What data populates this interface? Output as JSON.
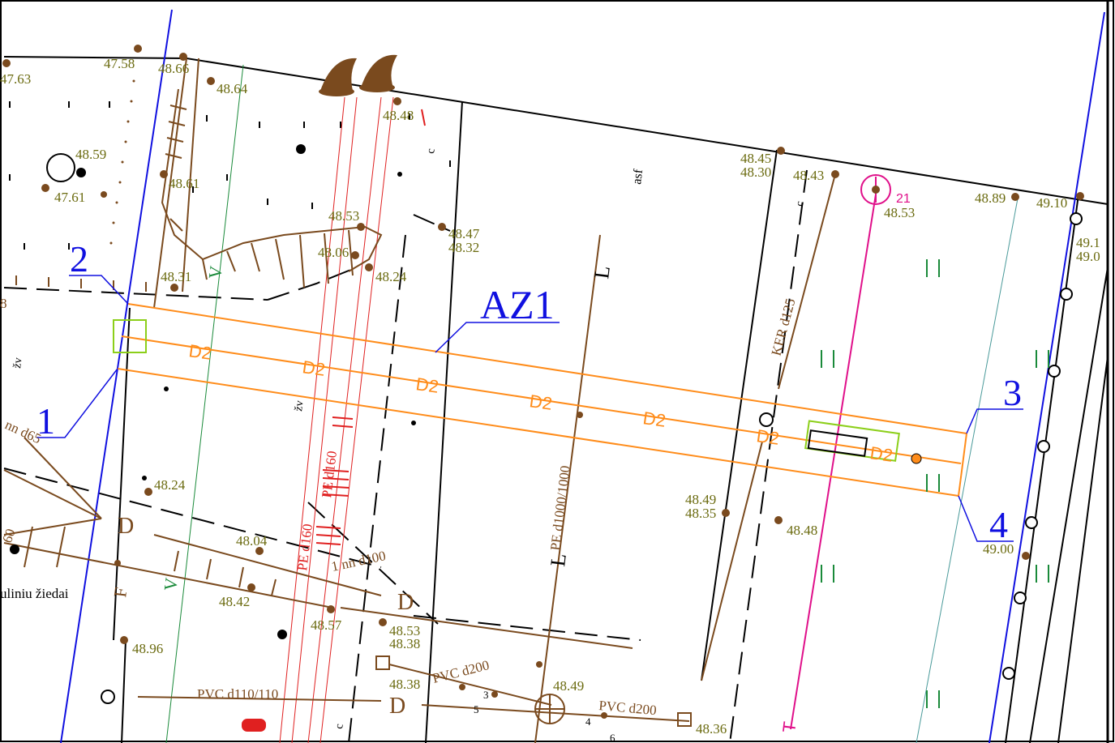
{
  "elevations": [
    "47.63",
    "47.58",
    "48.66",
    "48.64",
    "48.59",
    "47.61",
    "48.61",
    "48.48",
    "48.53",
    "48.06",
    "48.24",
    "48.47",
    "48.32",
    "48.45",
    "48.30",
    "48.43",
    "48.53",
    "48.89",
    "49.10",
    "49.1",
    "49.0",
    "48.31",
    "48.24",
    "48.04",
    "48.42",
    "48.57",
    "48.53",
    "48.38",
    "48.96",
    "48.38",
    "48.49",
    "48.36",
    "48.49",
    "48.35",
    "48.48",
    "49.00"
  ],
  "point_numbers": [
    "1",
    "2",
    "3",
    "4"
  ],
  "zone_label": "AZ1",
  "duct_label": "D2",
  "pipe_labels": {
    "pe_main": "PE d1000/1000",
    "pe_160_a": "PE d160",
    "pe_160_b": "PE d160",
    "pe_160_c": "PE d160",
    "ker": "KER d125",
    "nn65": "nn d65",
    "nn100": "1 nn d100",
    "pvc110": "PVC d110/110",
    "pvc200_a": "PVC d200",
    "pvc200_b": "PVC d200",
    "zied": "uliniu žiedai"
  },
  "letters": {
    "c": "c",
    "asf": "asf",
    "L": "L",
    "D": "D",
    "V": "V",
    "T": "T",
    "F": "F",
    "zv": "žv",
    "num21": "21",
    "num3": "3",
    "num4": "4",
    "num5": "5",
    "num6": "6",
    "num60": "60",
    "num8": "8"
  },
  "colors": {
    "blue": "#1010e0",
    "orange": "#ff8c1a",
    "brown": "#7a4a1e",
    "olive": "#6b6b10",
    "red": "#e02020",
    "magenta": "#e0108a",
    "green": "#1a8a3a",
    "lime": "#8ccf1a",
    "teal": "#4a9a9a"
  }
}
